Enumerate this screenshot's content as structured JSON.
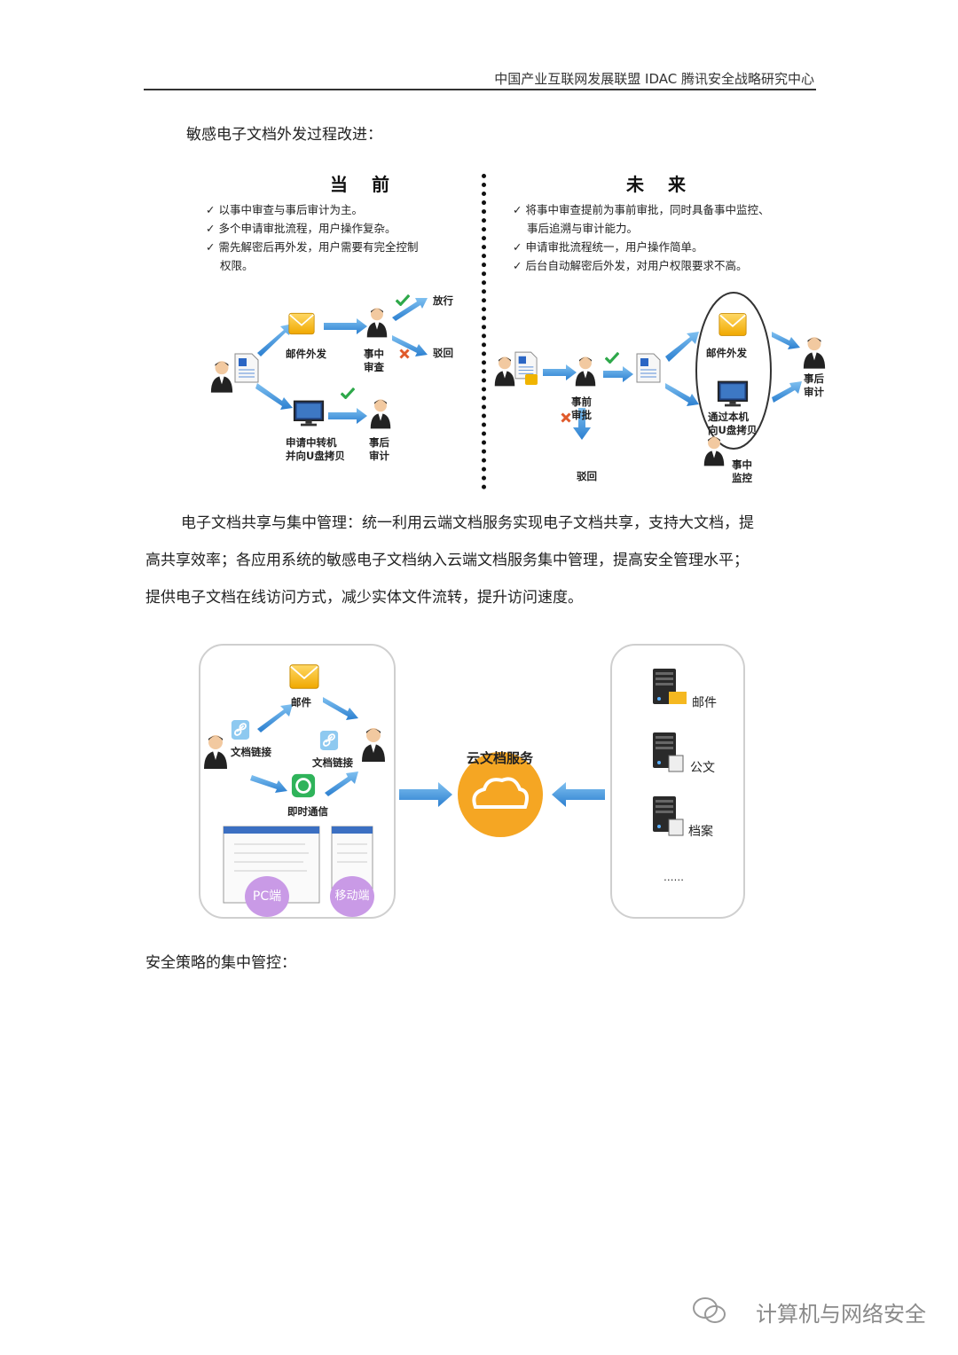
{
  "header": {
    "text": "中国产业互联网发展联盟 IDAC    腾讯安全战略研究中心"
  },
  "section1": {
    "intro": "敏感电子文档外发过程改进："
  },
  "diagram1": {
    "current": {
      "title": "当 前",
      "bullets": [
        "✓ 以事中审查与事后审计为主。",
        "✓ 多个申请审批流程，用户操作复杂。",
        "✓ 需先解密后再外发，用户需要有完全控制",
        "权限。"
      ],
      "labels": {
        "email": "邮件外发",
        "review": "事中\n审查",
        "release": "放行",
        "reject": "驳回",
        "pc": "申请中转机\n并向U盘拷贝",
        "audit": "事后\n审计"
      }
    },
    "future": {
      "title": "未 来",
      "bullets": [
        "✓ 将事中审查提前为事前审批，同时具备事中监控、",
        "事后追溯与审计能力。",
        "✓ 申请审批流程统一，用户操作简单。",
        "✓ 后台自动解密后外发，对用户权限要求不高。"
      ],
      "labels": {
        "preapprove": "事前\n审批",
        "reject": "驳回",
        "email": "邮件外发",
        "pc": "通过本机\n向U盘拷贝",
        "audit": "事后\n审计",
        "monitor": "事中\n监控"
      }
    }
  },
  "section2": {
    "paragraph": [
      "电子文档共享与集中管理：统一利用云端文档服务实现电子文档共享，支持大文档，提",
      "高共享效率；各应用系统的敏感电子文档纳入云端文档服务集中管理，提高安全管理水平；",
      "提供电子文档在线访问方式，减少实体文件流转，提升访问速度。"
    ]
  },
  "diagram2": {
    "left": {
      "mail": "邮件",
      "doclink1": "文档链接",
      "doclink2": "文档链接",
      "im": "即时通信",
      "pc": "PC端",
      "mobile": "移动端"
    },
    "center": {
      "cloud": "云文档服务"
    },
    "right": {
      "server1": "邮件",
      "server2": "公文",
      "server3": "档案",
      "more": "……"
    }
  },
  "section3": {
    "text": "安全策略的集中管控："
  },
  "watermark": {
    "text": "计算机与网络安全"
  },
  "colors": {
    "arrow": "#3f8fd8",
    "check": "#2ea84a",
    "cross": "#e05a2b",
    "envelope": "#f5b820",
    "cloud": "#f5a623",
    "badge": "#c99ae6"
  }
}
